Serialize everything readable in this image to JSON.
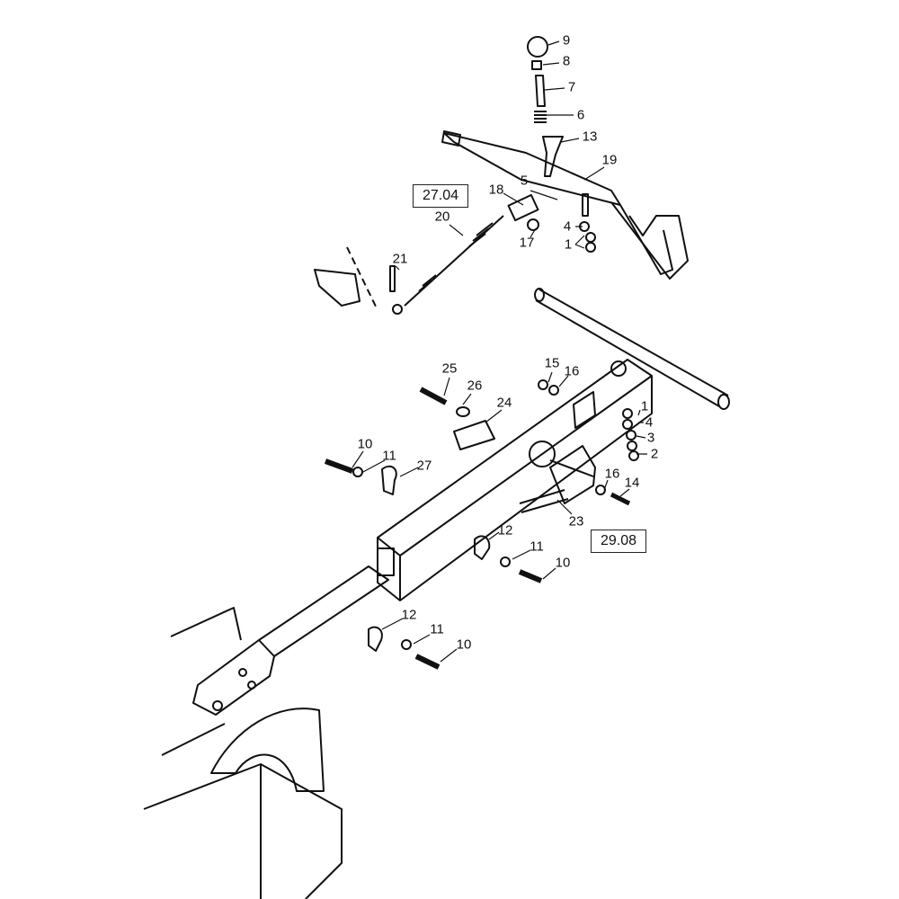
{
  "references": {
    "ref_top": "27.04",
    "ref_bottom": "29.08"
  },
  "callouts": [
    "9",
    "8",
    "7",
    "6",
    "13",
    "19",
    "18",
    "5",
    "20",
    "4",
    "17",
    "1",
    "21",
    "25",
    "15",
    "16",
    "26",
    "24",
    "1",
    "4",
    "3",
    "2",
    "10",
    "11",
    "27",
    "16",
    "14",
    "23",
    "12",
    "11",
    "10",
    "12",
    "11",
    "10"
  ]
}
